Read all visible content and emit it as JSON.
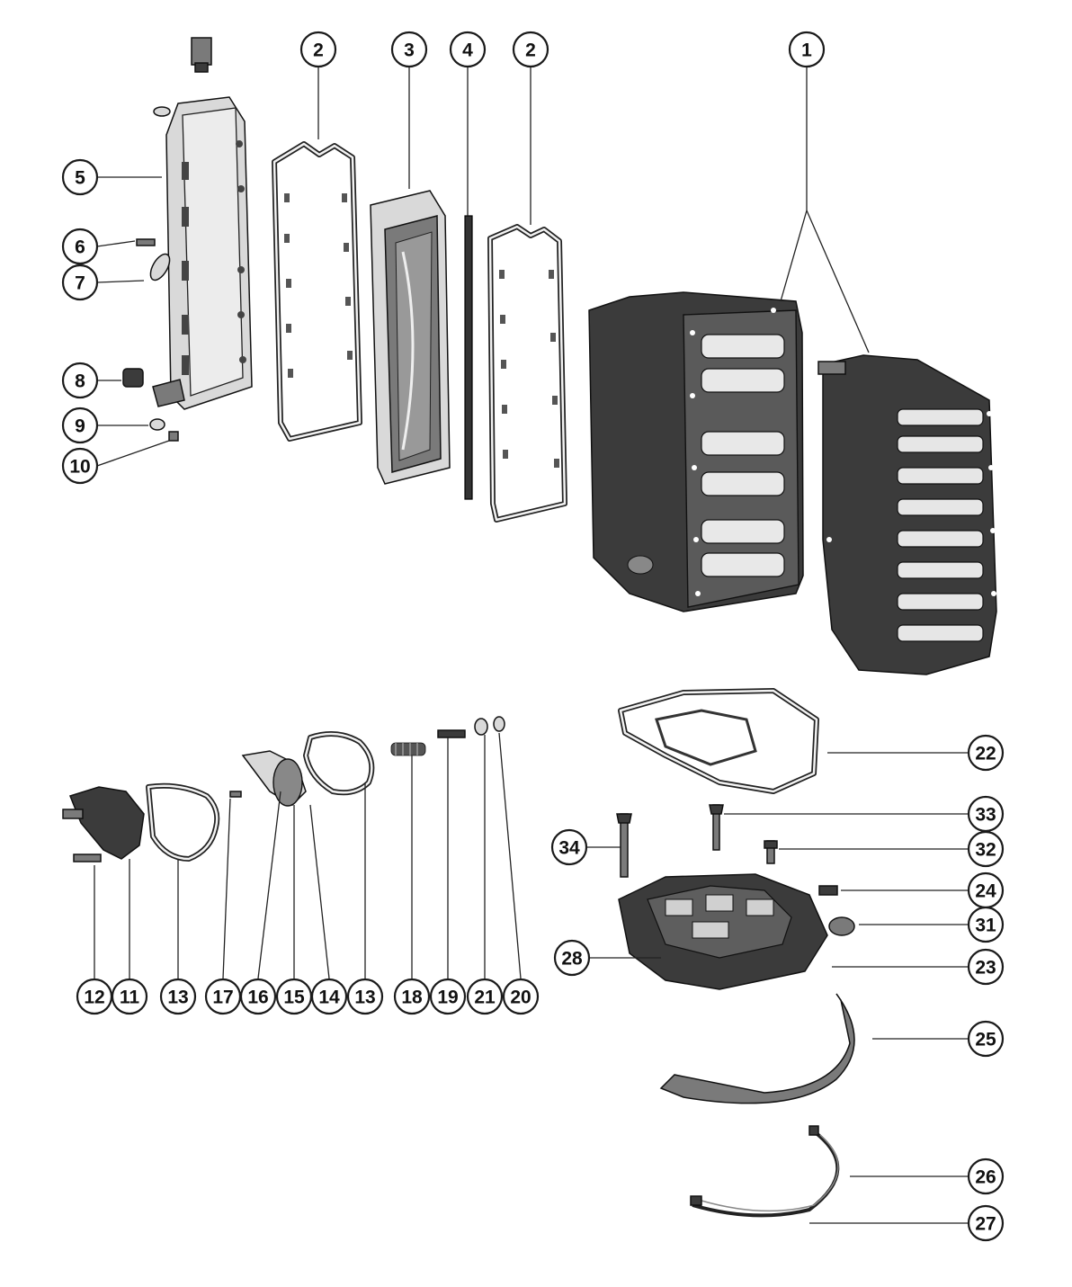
{
  "callouts": [
    {
      "id": "c1",
      "label": "1"
    },
    {
      "id": "c2a",
      "label": "2"
    },
    {
      "id": "c3",
      "label": "3"
    },
    {
      "id": "c4",
      "label": "4"
    },
    {
      "id": "c2b",
      "label": "2"
    },
    {
      "id": "c5",
      "label": "5"
    },
    {
      "id": "c6",
      "label": "6"
    },
    {
      "id": "c7",
      "label": "7"
    },
    {
      "id": "c8",
      "label": "8"
    },
    {
      "id": "c9",
      "label": "9"
    },
    {
      "id": "c10",
      "label": "10"
    },
    {
      "id": "c22",
      "label": "22"
    },
    {
      "id": "c33",
      "label": "33"
    },
    {
      "id": "c34",
      "label": "34"
    },
    {
      "id": "c32",
      "label": "32"
    },
    {
      "id": "c24",
      "label": "24"
    },
    {
      "id": "c31",
      "label": "31"
    },
    {
      "id": "c28",
      "label": "28"
    },
    {
      "id": "c23",
      "label": "23"
    },
    {
      "id": "c25",
      "label": "25"
    },
    {
      "id": "c26",
      "label": "26"
    },
    {
      "id": "c27",
      "label": "27"
    },
    {
      "id": "c12",
      "label": "12"
    },
    {
      "id": "c11",
      "label": "11"
    },
    {
      "id": "c13a",
      "label": "13"
    },
    {
      "id": "c17",
      "label": "17"
    },
    {
      "id": "c16",
      "label": "16"
    },
    {
      "id": "c15",
      "label": "15"
    },
    {
      "id": "c14",
      "label": "14"
    },
    {
      "id": "c13b",
      "label": "13"
    },
    {
      "id": "c18",
      "label": "18"
    },
    {
      "id": "c19",
      "label": "19"
    },
    {
      "id": "c21",
      "label": "21"
    },
    {
      "id": "c20",
      "label": "20"
    }
  ]
}
